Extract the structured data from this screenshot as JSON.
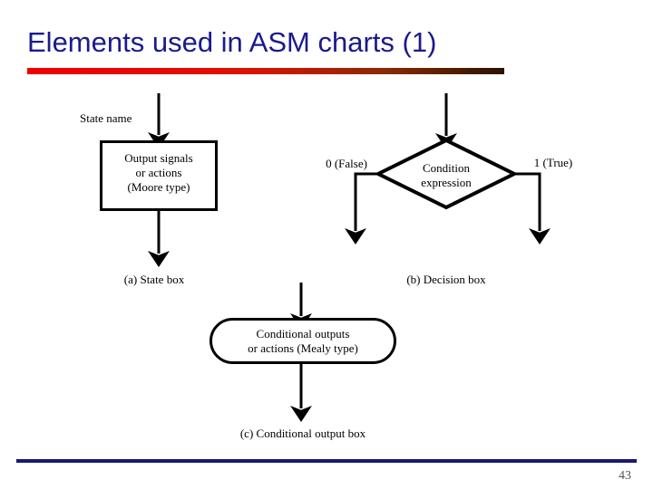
{
  "slide": {
    "title": "Elements used in ASM charts (1)",
    "page_number": "43",
    "title_color": "#1a1a8c",
    "rule_color_start": "#ee0000",
    "rule_color_end": "#2a1200",
    "footer_rule_color": "#191970"
  },
  "diagram": {
    "state_box": {
      "incoming_label": "State name",
      "text": "Output signals\nor actions\n(Moore type)",
      "lines": [
        "Output signals",
        "or actions",
        "(Moore type)"
      ],
      "caption": "(a) State box"
    },
    "decision_box": {
      "text": "Condition\nexpression",
      "lines": [
        "Condition",
        "expression"
      ],
      "false_label": "0 (False)",
      "true_label": "1 (True)",
      "caption": "(b) Decision box"
    },
    "conditional_output_box": {
      "text": "Conditional outputs\nor actions (Mealy type)",
      "lines": [
        "Conditional outputs",
        "or actions (Mealy type)"
      ],
      "caption": "(c) Conditional output box"
    }
  }
}
